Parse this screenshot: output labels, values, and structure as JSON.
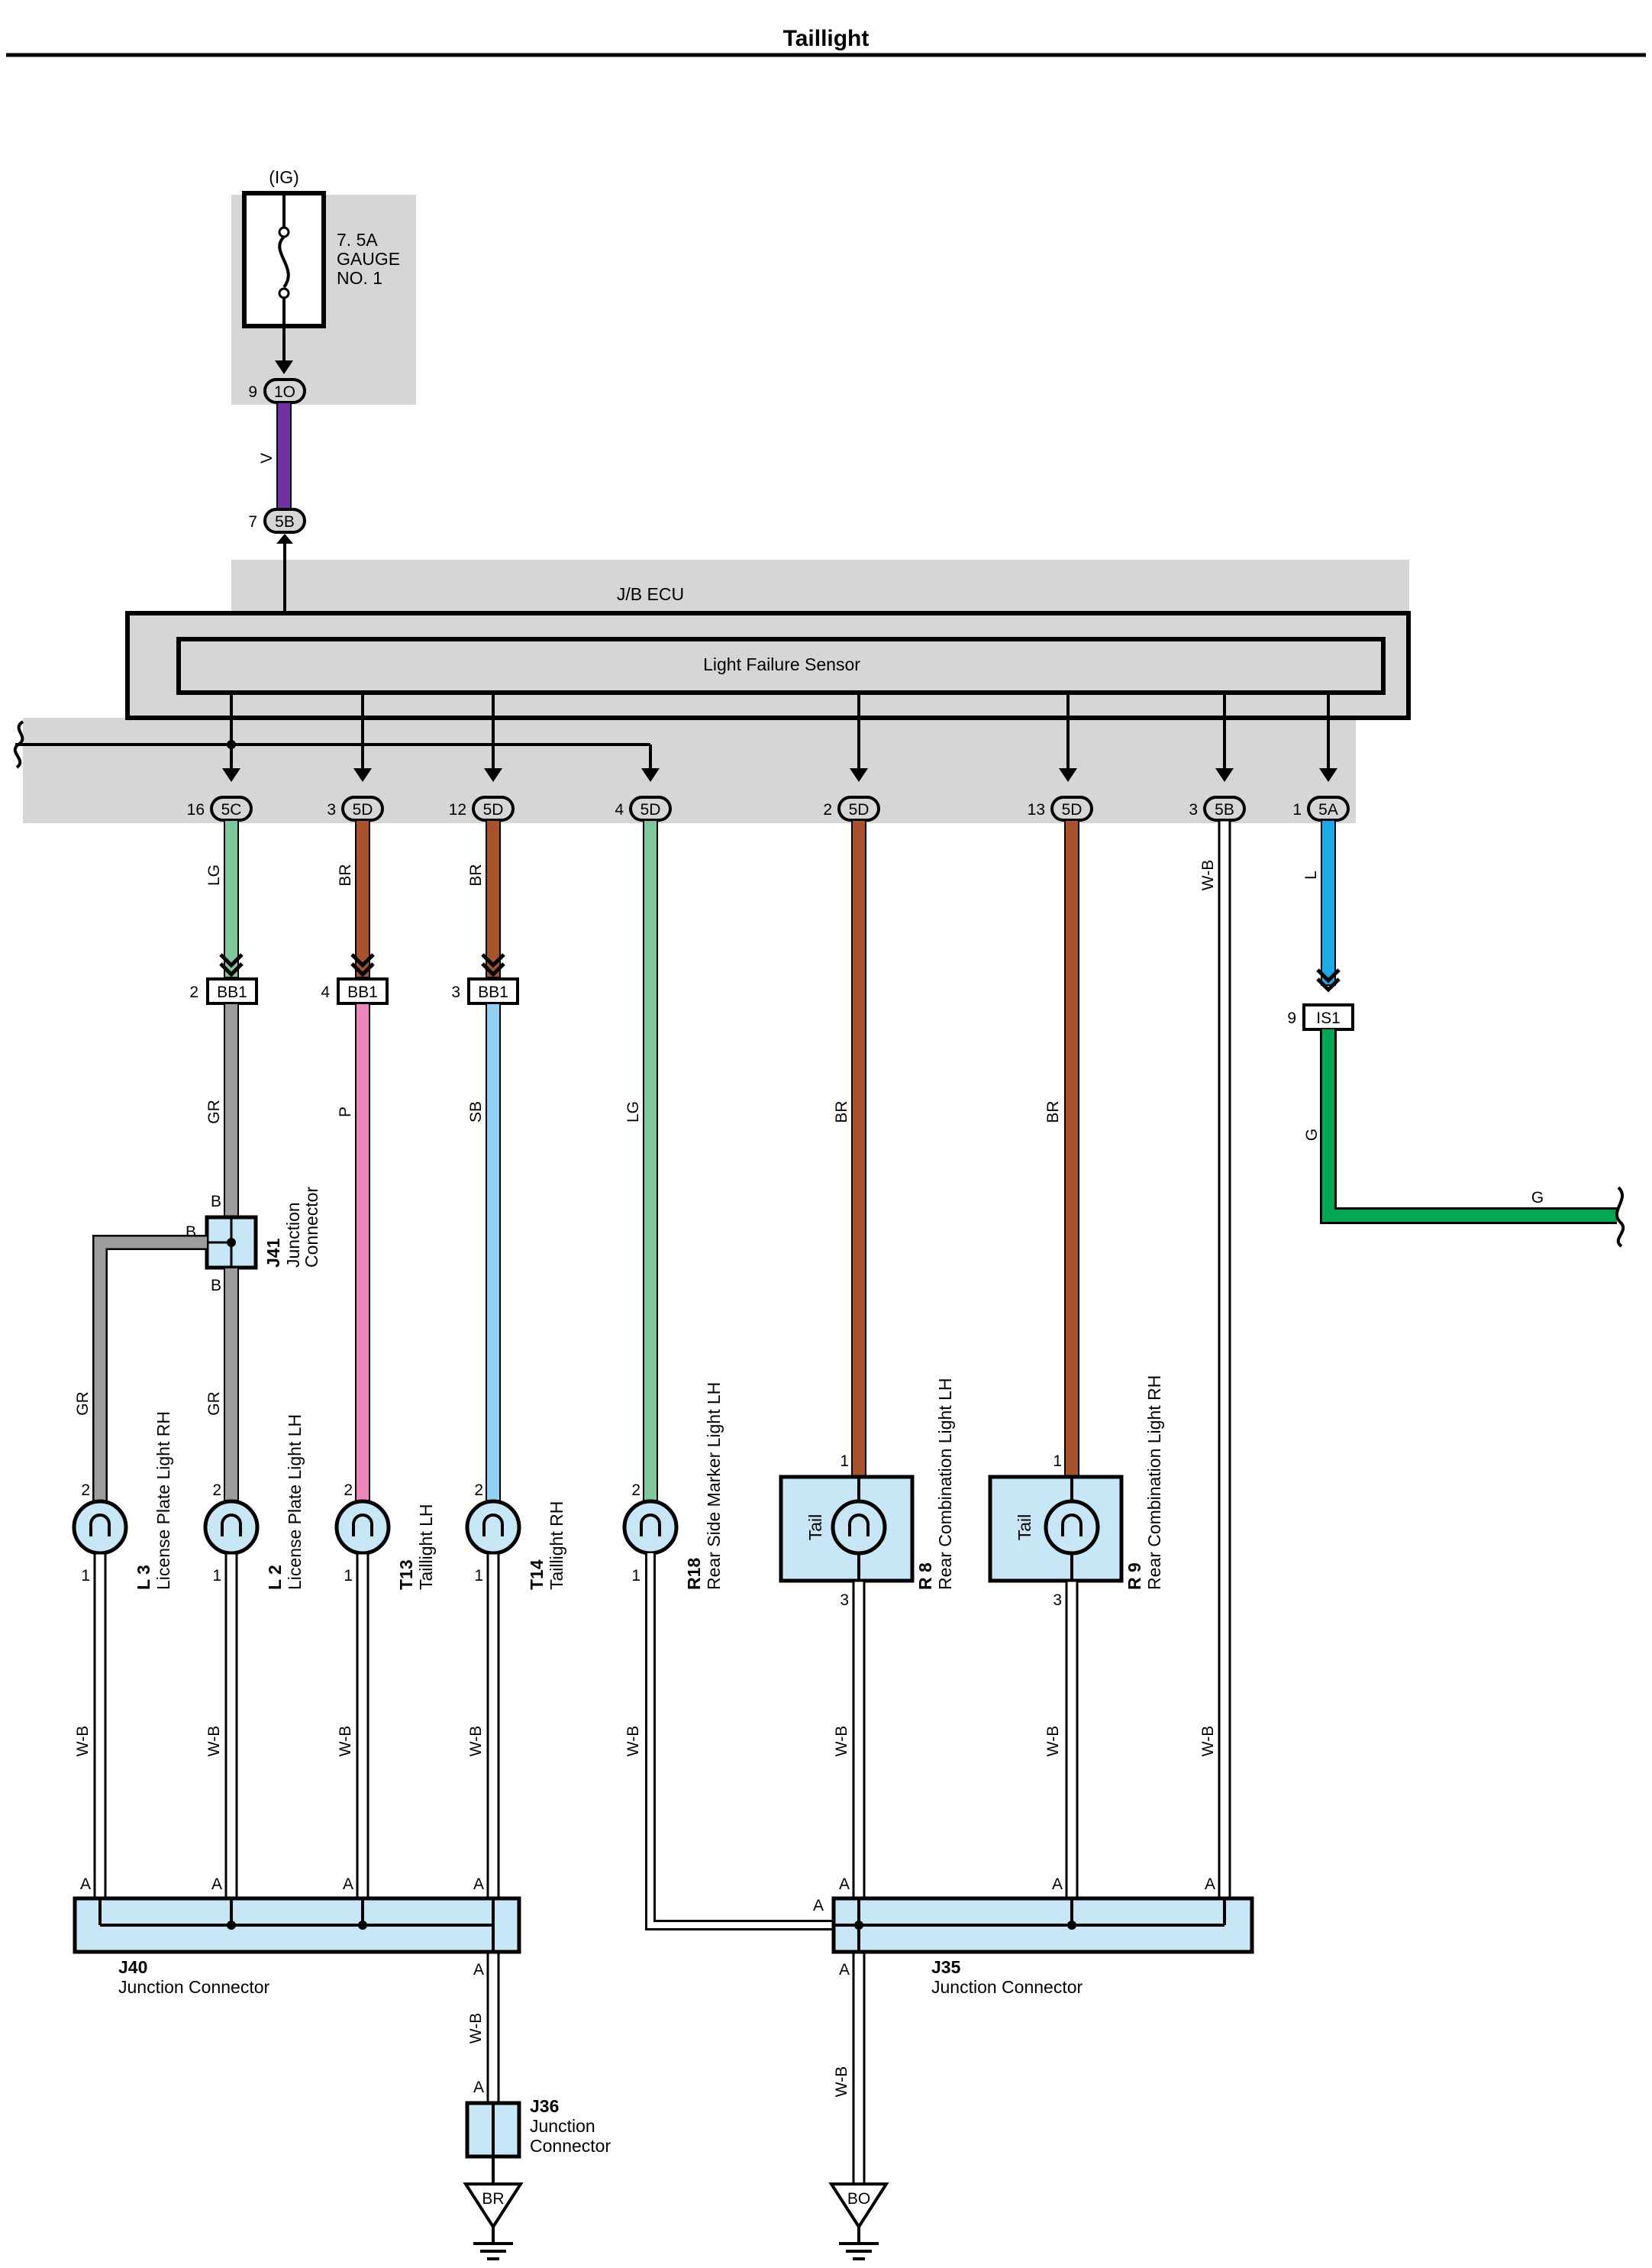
{
  "title": "Taillight",
  "colors": {
    "V": "#7030a0",
    "LG": "#7ec79a",
    "BR": "#a8532c",
    "GR": "#9d9d9d",
    "P": "#ef85bd",
    "SB": "#8fd2f5",
    "L": "#1aaae8",
    "G": "#00a651",
    "W-B": "#000000",
    "shade": "#d6d6d6",
    "component": "#c7e7f7"
  },
  "fuse": {
    "supply": "(IG)",
    "rating": "7. 5A",
    "name_1": "GAUGE",
    "name_2": "NO. 1"
  },
  "jb_ecu": {
    "label": "J/B ECU",
    "sensor": "Light Failure Sensor"
  },
  "connectors": {
    "fuse_out": {
      "pin": "9",
      "code": "1O"
    },
    "ecu_in": {
      "pin": "7",
      "code": "5B"
    },
    "ecu_out": [
      {
        "pin": "16",
        "code": "5C"
      },
      {
        "pin": "3",
        "code": "5D"
      },
      {
        "pin": "12",
        "code": "5D"
      },
      {
        "pin": "4",
        "code": "5D"
      },
      {
        "pin": "2",
        "code": "5D"
      },
      {
        "pin": "13",
        "code": "5D"
      },
      {
        "pin": "3",
        "code": "5B"
      },
      {
        "pin": "1",
        "code": "5A"
      }
    ],
    "bb1": [
      {
        "pin": "2",
        "code": "BB1"
      },
      {
        "pin": "4",
        "code": "BB1"
      },
      {
        "pin": "3",
        "code": "BB1"
      }
    ],
    "is1": {
      "pin": "9",
      "code": "IS1"
    }
  },
  "wires": {
    "v": "V",
    "lg": "LG",
    "br": "BR",
    "w_b": "W-B",
    "l": "L",
    "g": "G",
    "gr": "GR",
    "p": "P",
    "sb": "SB"
  },
  "pins": {
    "one": "1",
    "two": "2",
    "three": "3",
    "a": "A",
    "b": "B"
  },
  "components": {
    "l3": {
      "id": "L 3",
      "name": "License Plate Light RH"
    },
    "l2": {
      "id": "L 2",
      "name": "License Plate Light LH"
    },
    "t13": {
      "id": "T13",
      "name": "Taillight LH"
    },
    "t14": {
      "id": "T14",
      "name": "Taillight RH"
    },
    "r18": {
      "id": "R18",
      "name": "Rear Side Marker Light LH"
    },
    "r8": {
      "id": "R 8",
      "name": "Rear Combination Light LH",
      "lamp": "Tail"
    },
    "r9": {
      "id": "R 9",
      "name": "Rear Combination Light RH",
      "lamp": "Tail"
    },
    "j41": {
      "id": "J41",
      "line1": "Junction",
      "line2": "Connector"
    },
    "j40": {
      "id": "J40",
      "name": "Junction Connector"
    },
    "j35": {
      "id": "J35",
      "name": "Junction Connector"
    },
    "j36": {
      "id": "J36",
      "line1": "Junction",
      "line2": "Connector"
    }
  },
  "grounds": {
    "br": "BR",
    "bo": "BO"
  }
}
